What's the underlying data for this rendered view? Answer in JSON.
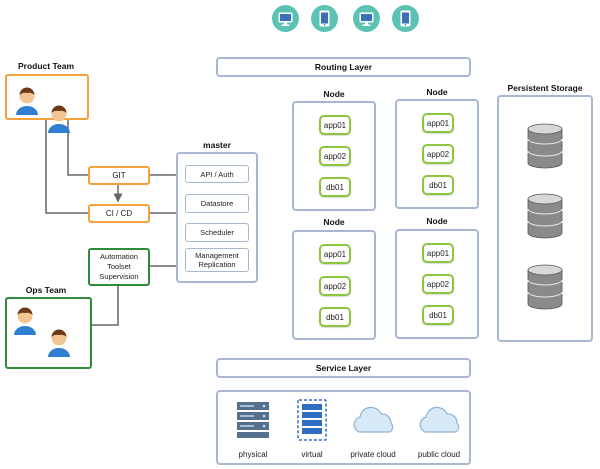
{
  "devices": [
    {
      "icon": "monitor-icon"
    },
    {
      "icon": "tablet-icon"
    },
    {
      "icon": "monitor-icon"
    },
    {
      "icon": "tablet-icon"
    }
  ],
  "routing_layer": "Routing Layer",
  "service_layer": "Service Layer",
  "persistent_storage": "Persistent Storage",
  "product_team": "Product Team",
  "ops_team": "Ops Team",
  "pipeline": {
    "git": "GIT",
    "cicd": "CI / CD",
    "automation": "Automation Toolset Supervision"
  },
  "master": {
    "title": "master",
    "items": [
      "API / Auth",
      "Datastore",
      "Scheduler",
      "Management Replication"
    ]
  },
  "node_label": "Node",
  "apps": [
    "app01",
    "app02",
    "db01"
  ],
  "services": [
    {
      "label": "physical",
      "icon": "server-rack-icon"
    },
    {
      "label": "virtual",
      "icon": "virtual-server-icon"
    },
    {
      "label": "private cloud",
      "icon": "cloud-icon"
    },
    {
      "label": "public cloud",
      "icon": "cloud-icon"
    }
  ],
  "colors": {
    "node_border": "#a9b8d2",
    "app_border": "#8cc63f",
    "product_border": "#f5a03a",
    "ops_border": "#2e8b3a",
    "device_circle": "#5bc2b4"
  }
}
